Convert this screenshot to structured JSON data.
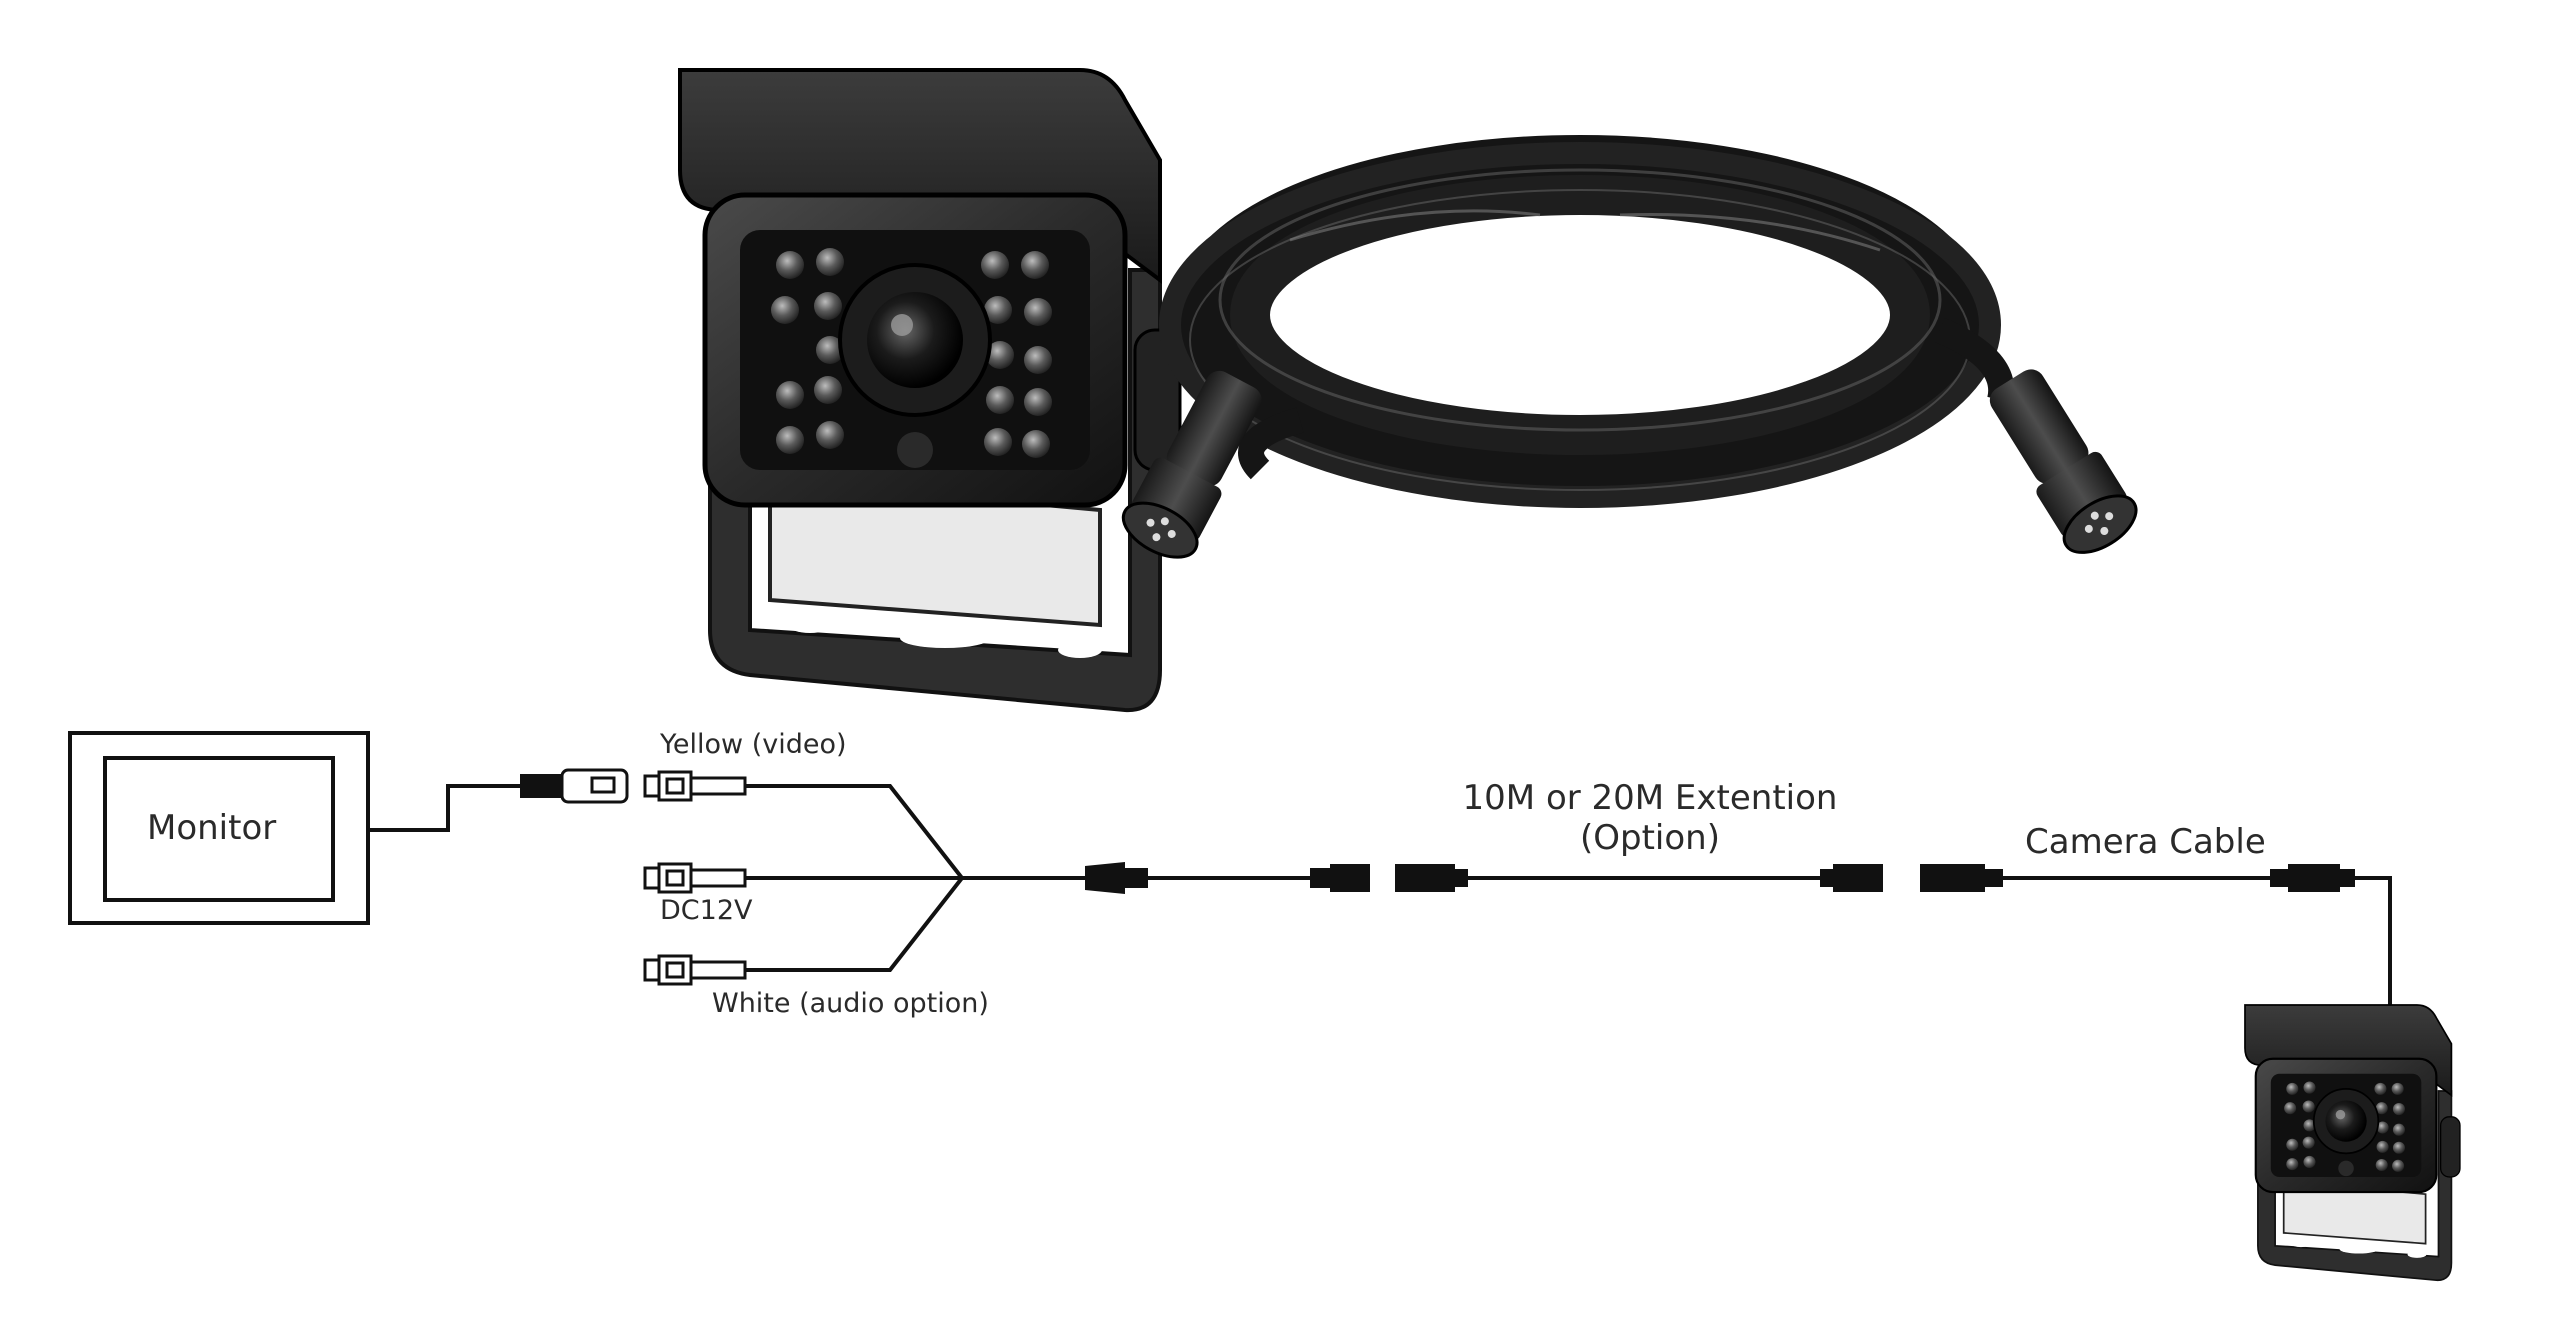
{
  "diagram": {
    "monitor_label": "Monitor",
    "yellow_label": "Yellow (video)",
    "dc_label": "DC12V",
    "white_label": "White (audio option)",
    "extension_label_line1": "10M or 20M Extention",
    "extension_label_line2": "(Option)",
    "camera_cable_label": "Camera Cable"
  },
  "photos": {
    "camera_photo": "backup-camera-photo",
    "cable_photo": "coiled-extension-cable-photo",
    "small_camera_photo": "backup-camera-thumbnail"
  },
  "colors": {
    "line": "#111111",
    "camera_body": "#2b2b2b",
    "background": "#ffffff"
  }
}
